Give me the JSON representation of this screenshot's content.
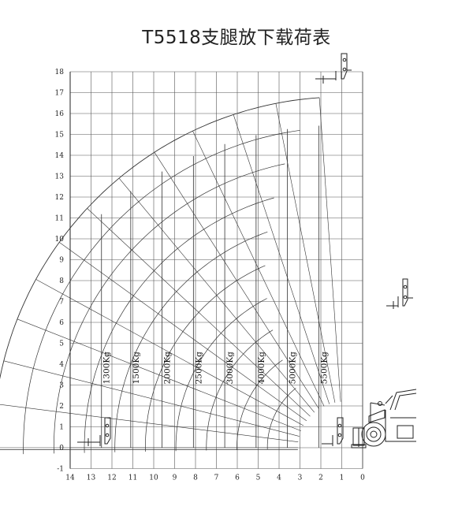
{
  "title": "T5518支腿放下载荷表",
  "chart_data": {
    "type": "load-chart",
    "title": "T5518支腿放下载荷表",
    "x_ticks": [
      "14",
      "13",
      "12",
      "11",
      "10",
      "9",
      "8",
      "7",
      "6",
      "5",
      "4",
      "3",
      "2",
      "1",
      "0"
    ],
    "y_ticks": [
      "18",
      "17",
      "16",
      "15",
      "14",
      "13",
      "12",
      "11",
      "10",
      "9",
      "8",
      "7",
      "6",
      "5",
      "4",
      "3",
      "2",
      "1",
      "0",
      "-1"
    ],
    "xlim": [
      14,
      0
    ],
    "ylim": [
      -1,
      18
    ],
    "grid": true,
    "capacity_zones": [
      {
        "label": "1300Kg",
        "reach": 12.5
      },
      {
        "label": "1500Kg",
        "reach": 11.1
      },
      {
        "label": "2000Kg",
        "reach": 9.6
      },
      {
        "label": "2500Kg",
        "reach": 8.1
      },
      {
        "label": "3000Kg",
        "reach": 6.6
      },
      {
        "label": "4000Kg",
        "reach": 5.1
      },
      {
        "label": "5000Kg",
        "reach": 3.6
      },
      {
        "label": "5500Kg",
        "reach": 2.1
      }
    ],
    "colors": {
      "lines": "#333333",
      "grid": "#555555"
    }
  }
}
